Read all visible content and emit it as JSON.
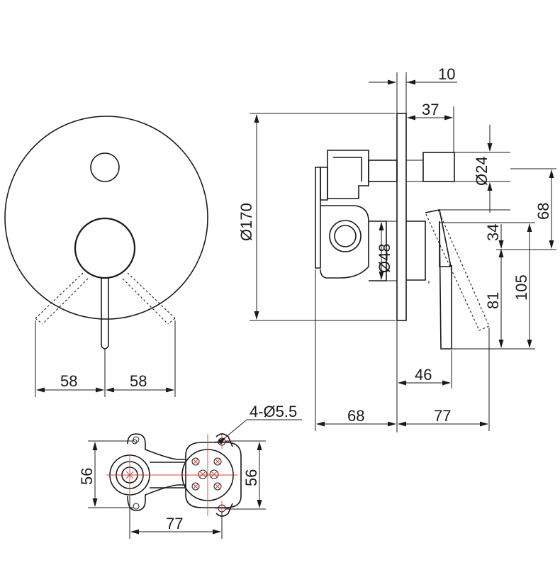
{
  "dimensions": {
    "front_left_58": "58",
    "front_right_58": "58",
    "side_diameter_170": "Ø170",
    "side_top_10": "10",
    "side_top_37": "37",
    "side_diameter_24": "Ø24",
    "side_diameter_48": "Ø48",
    "side_34": "34",
    "side_68_right": "68",
    "side_81": "81",
    "side_105": "105",
    "side_46": "46",
    "side_bottom_68": "68",
    "side_bottom_77": "77",
    "base_holes": "4-Ø5.5",
    "base_left_56": "56",
    "base_right_56": "56",
    "base_bottom_77": "77"
  },
  "colors": {
    "line": "#1a1a1a",
    "centerline": "#d9413b"
  }
}
